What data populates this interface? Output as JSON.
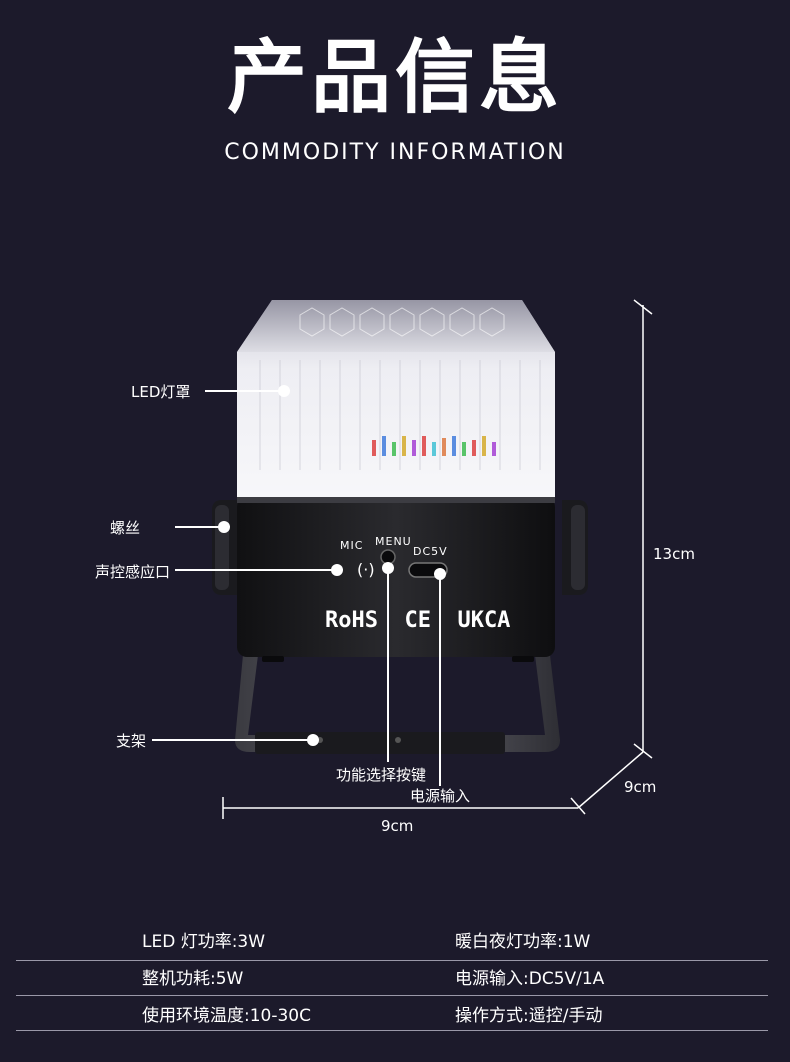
{
  "header": {
    "title": "产品信息",
    "subtitle": "COMMODITY INFORMATION"
  },
  "device": {
    "markings": {
      "mic": "MIC",
      "menu": "MENU",
      "dc": "DC5V",
      "certifications": "RoHS  CE  UKCA"
    }
  },
  "callouts": {
    "led_shade": "LED灯罩",
    "screw": "螺丝",
    "sound_port": "声控感应口",
    "stand": "支架",
    "function_button": "功能选择按键",
    "power_input": "电源输入"
  },
  "dimensions": {
    "height": "13cm",
    "depth": "9cm",
    "width": "9cm"
  },
  "specs": [
    {
      "left": "LED 灯功率:3W",
      "right": "暖白夜灯功率:1W"
    },
    {
      "left": "整机功耗:5W",
      "right": "电源输入:DC5V/1A"
    },
    {
      "left": "使用环境温度:10-30C",
      "right": "操作方式:遥控/手动"
    }
  ]
}
